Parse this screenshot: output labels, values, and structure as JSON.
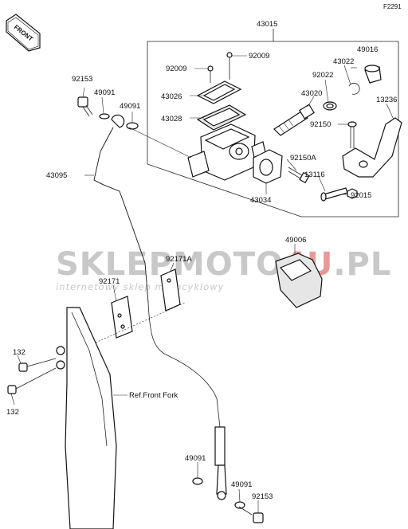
{
  "figure_id": "F2291",
  "front_tag": "FRONT",
  "watermark": {
    "brand_part1": "SKLEP",
    "brand_part2": "MOTO",
    "brand_part3": "4U",
    "brand_part4": ".PL",
    "tagline": "internetowy sklep motocyklowy"
  },
  "reference_text": "Ref.Front Fork",
  "part_labels": {
    "p43015": "43015",
    "p49016": "49016",
    "p92009a": "92009",
    "p92009b": "92009",
    "p43022": "43022",
    "p92022": "92022",
    "p92153a": "92153",
    "p49091a": "49091",
    "p49091b": "49091",
    "p43026": "43026",
    "p43020": "43020",
    "p13236": "13236",
    "p43028": "43028",
    "p92150": "92150",
    "p92150A": "92150A",
    "p43095": "43095",
    "p13116": "13116",
    "p43034": "43034",
    "p92015": "92015",
    "p49006": "49006",
    "p92171A": "92171A",
    "p92171": "92171",
    "p132a": "132",
    "p132b": "132",
    "p49091c": "49091",
    "p49091d": "49091",
    "p92153b": "92153"
  },
  "colors": {
    "ink": "#111111",
    "watermark_gray": "#c8c8c8",
    "watermark_red": "#e89a96"
  }
}
